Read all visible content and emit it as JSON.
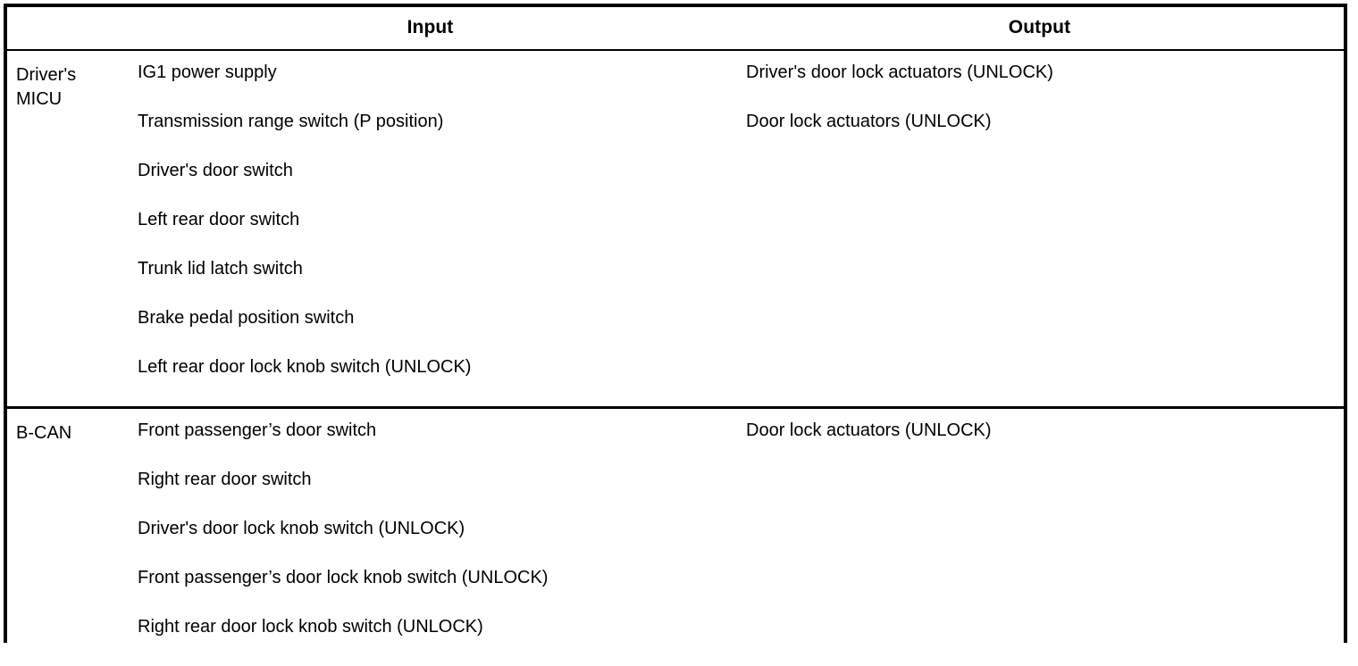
{
  "table": {
    "columns": {
      "system_header": "",
      "input_header": "Input",
      "output_header": "Output"
    },
    "rows": [
      {
        "system": "Driver's\nMICU",
        "inputs": [
          "IG1 power supply",
          "Transmission range switch (P position)",
          "Driver's door switch",
          "Left rear door switch",
          "Trunk lid latch switch",
          "Brake pedal position switch",
          "Left rear door lock knob switch (UNLOCK)"
        ],
        "outputs": [
          "Driver's door lock actuators (UNLOCK)",
          "Door lock actuators (UNLOCK)"
        ]
      },
      {
        "system": "B-CAN",
        "inputs": [
          "Front passenger’s door switch",
          "Right rear door switch",
          "Driver's door lock knob switch (UNLOCK)",
          "Front passenger’s door lock knob switch (UNLOCK)",
          "Right rear door lock knob switch (UNLOCK)"
        ],
        "outputs": [
          "Door lock actuators (UNLOCK)"
        ]
      }
    ]
  },
  "style": {
    "border_color": "#000000",
    "text_color": "#000000",
    "background": "#ffffff"
  }
}
